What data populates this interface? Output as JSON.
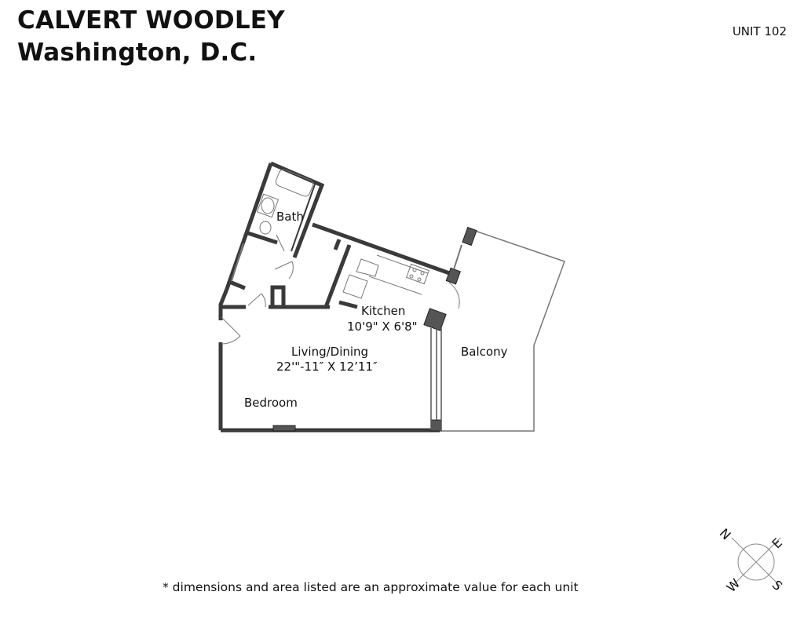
{
  "header": {
    "building_name": "CALVERT WOODLEY",
    "city": "Washington, D.C.",
    "unit_label": "UNIT 102"
  },
  "rooms": {
    "bath": {
      "label": "Bath"
    },
    "kitchen": {
      "label": "Kitchen",
      "dimensions": "10'9\" X 6'8\""
    },
    "living_dining": {
      "label": "Living/Dining",
      "dimensions": "22'\"-11″ X 12’11″"
    },
    "bedroom": {
      "label": "Bedroom"
    },
    "balcony": {
      "label": "Balcony"
    }
  },
  "compass": {
    "north": "N",
    "east": "E",
    "south": "S",
    "west": "W"
  },
  "footnote": "* dimensions and area listed are an approximate value for each unit",
  "colors": {
    "wall": "#3a3a3a",
    "fixture_line": "#777777",
    "text": "#111111",
    "background": "#ffffff"
  }
}
